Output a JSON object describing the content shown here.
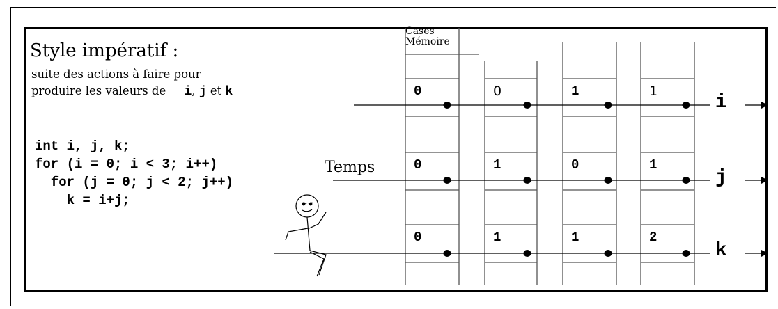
{
  "title": "Style impératif :",
  "subtitle": {
    "line1": "suite des actions à faire pour",
    "line2_prefix": "produire les valeurs de",
    "var_i": "i",
    "comma": ",",
    "var_j": "j",
    "et": "et",
    "var_k": "k"
  },
  "code_lines": [
    "int i, j, k;",
    "for (i = 0; i < 3; i++)",
    "  for (j = 0; j < 2; j++)",
    "    k = i+j;"
  ],
  "time_label": "Temps",
  "memory_header": [
    "Cases",
    "Mémoire"
  ],
  "rows": [
    {
      "variable": "i",
      "values": [
        "0",
        "0",
        "1",
        "1"
      ],
      "bold": [
        true,
        false,
        true,
        false
      ]
    },
    {
      "variable": "j",
      "values": [
        "0",
        "1",
        "0",
        "1"
      ],
      "bold": [
        true,
        true,
        true,
        true
      ]
    },
    {
      "variable": "k",
      "values": [
        "0",
        "1",
        "1",
        "2"
      ],
      "bold": [
        true,
        true,
        true,
        true
      ]
    }
  ]
}
